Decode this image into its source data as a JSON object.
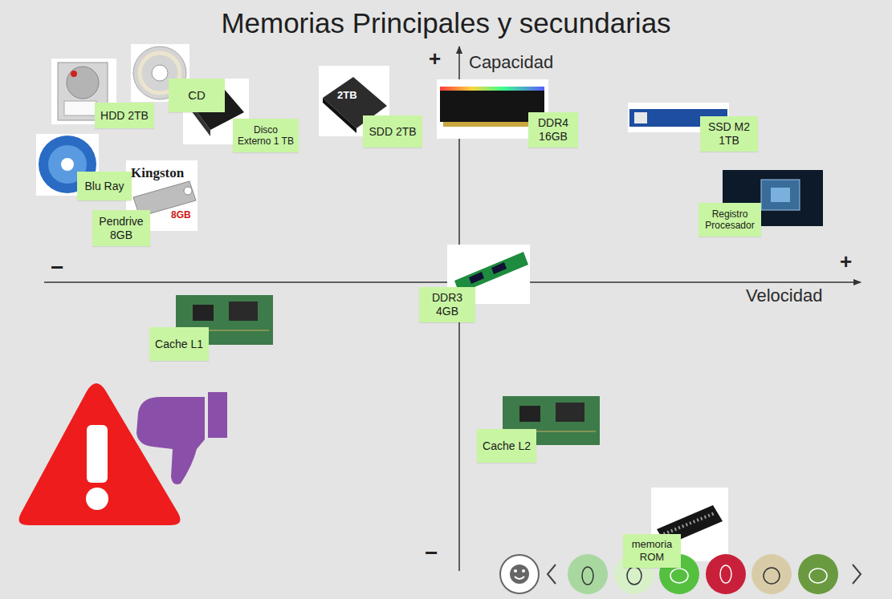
{
  "diagram": {
    "title": "Memorias Principales y secundarias",
    "nodes": [
      {
        "text": [
          "HDD 2TB"
        ]
      },
      {
        "text": [
          "CD"
        ]
      },
      {
        "text": [
          "Disco Externo 1 TB"
        ]
      },
      {
        "text": [
          "SDD 2TB"
        ]
      },
      {
        "text": [
          "DDR4 16GB"
        ]
      },
      {
        "text": [
          "SSD M2 1TB"
        ]
      },
      {
        "text": [
          "Blu Ray"
        ]
      },
      {
        "text": [
          "Pendrive 8GB"
        ]
      },
      {
        "text": [
          "Registro Procesador"
        ]
      },
      {
        "text": [
          "DDR3 4GB"
        ]
      },
      {
        "text": [
          "Cache L1"
        ]
      },
      {
        "text": [
          "Cache L2"
        ]
      },
      {
        "text": [
          "memoria ROM"
        ]
      }
    ],
    "labels": [
      "+",
      "Capacidad",
      "−",
      "+",
      "Velocidad",
      "−",
      "Kingston",
      "8GB",
      "2TB"
    ]
  }
}
